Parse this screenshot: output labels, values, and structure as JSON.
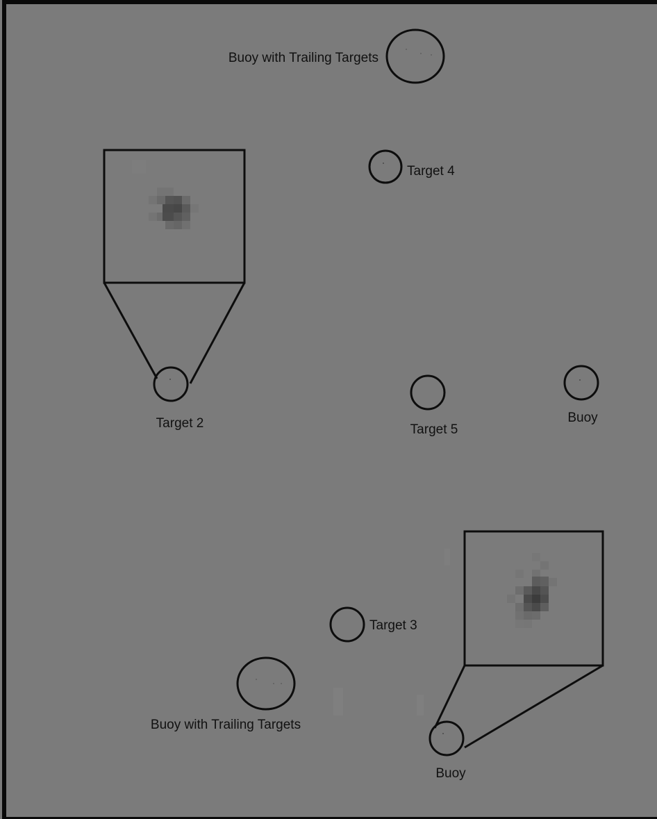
{
  "colors": {
    "background": "#7a7a7a",
    "frame": "#0a0a0a",
    "annotation": "#0d0d0d",
    "text": "#111111",
    "pixel_mid": "#6a6a6a",
    "pixel_dark": "#4a4a4a",
    "pixel_darkest": "#3a3a3a"
  },
  "labels": {
    "buoy_trailing_top": "Buoy with Trailing Targets",
    "target_4": "Target 4",
    "target_2": "Target 2",
    "target_5": "Target 5",
    "buoy_right": "Buoy",
    "target_3": "Target 3",
    "buoy_trailing_bottom": "Buoy with Trailing Targets",
    "buoy_bottom": "Buoy"
  }
}
